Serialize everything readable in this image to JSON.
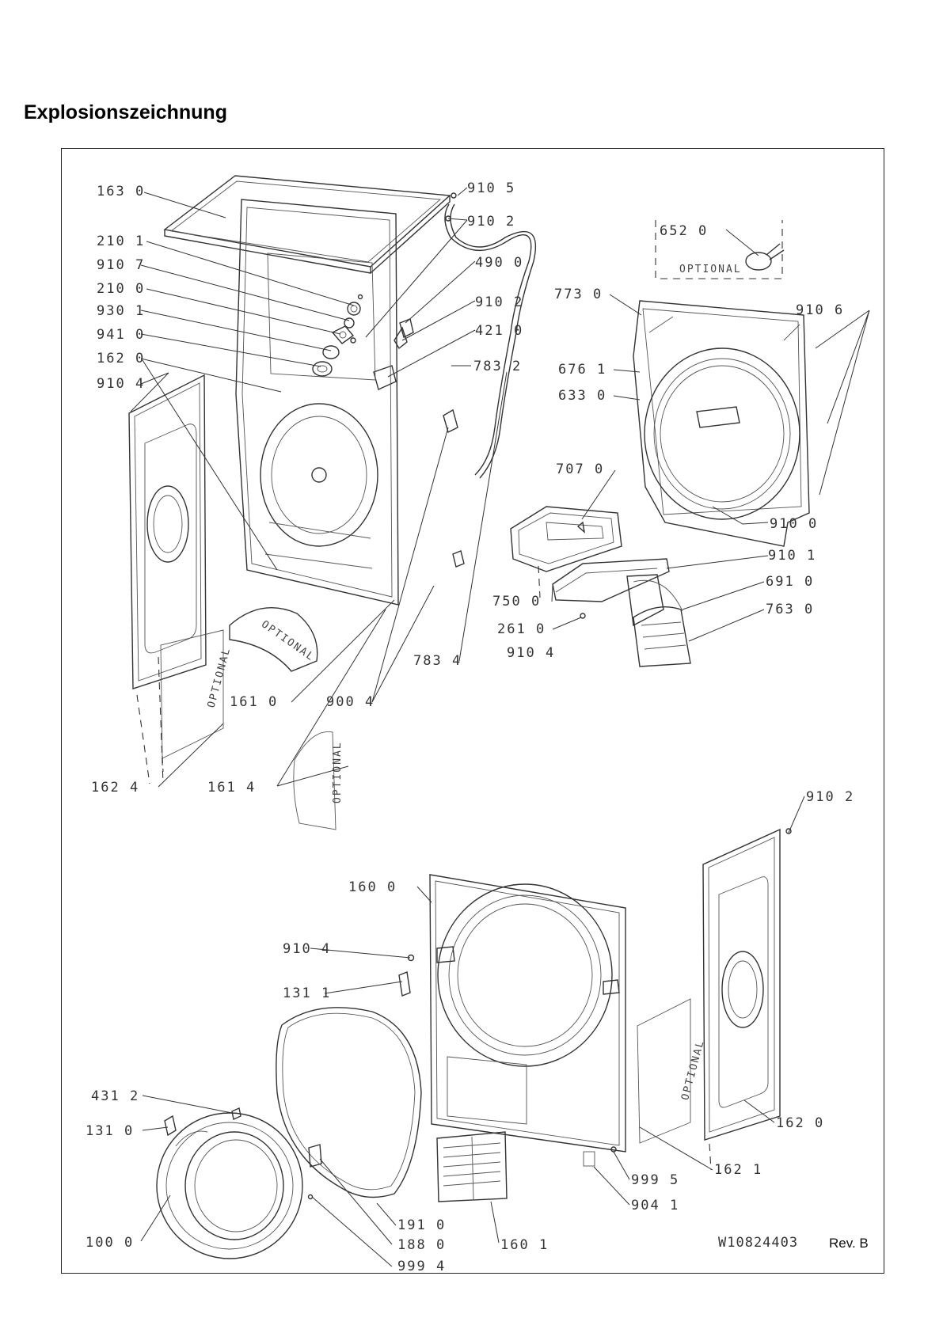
{
  "page": {
    "title": "Explosionszeichnung"
  },
  "drawing": {
    "doc_number": "W10824403",
    "revision": "Rev. B",
    "optional_text": "OPTIONAL",
    "callouts": [
      {
        "id": "c1",
        "text": "163 0"
      },
      {
        "id": "c2",
        "text": "910 5"
      },
      {
        "id": "c3",
        "text": "910 2"
      },
      {
        "id": "c4",
        "text": "210 1"
      },
      {
        "id": "c5",
        "text": "910 7"
      },
      {
        "id": "c6",
        "text": "210 0"
      },
      {
        "id": "c7",
        "text": "930 1"
      },
      {
        "id": "c8",
        "text": "941 0"
      },
      {
        "id": "c9",
        "text": "162 0"
      },
      {
        "id": "c10",
        "text": "910 4"
      },
      {
        "id": "c11",
        "text": "490 0"
      },
      {
        "id": "c12",
        "text": "910 2"
      },
      {
        "id": "c13",
        "text": "421 0"
      },
      {
        "id": "c14",
        "text": "783 2"
      },
      {
        "id": "c15",
        "text": "652 0"
      },
      {
        "id": "c16",
        "text": "773 0"
      },
      {
        "id": "c17",
        "text": "910 6"
      },
      {
        "id": "c18",
        "text": "676 1"
      },
      {
        "id": "c19",
        "text": "633 0"
      },
      {
        "id": "c20",
        "text": "707 0"
      },
      {
        "id": "c21",
        "text": "910 0"
      },
      {
        "id": "c22",
        "text": "910 1"
      },
      {
        "id": "c23",
        "text": "691 0"
      },
      {
        "id": "c24",
        "text": "763 0"
      },
      {
        "id": "c25",
        "text": "750 0"
      },
      {
        "id": "c26",
        "text": "261 0"
      },
      {
        "id": "c27",
        "text": "910 4"
      },
      {
        "id": "c28",
        "text": "783 4"
      },
      {
        "id": "c29",
        "text": "161 0"
      },
      {
        "id": "c30",
        "text": "900 4"
      },
      {
        "id": "c31",
        "text": "162 4"
      },
      {
        "id": "c32",
        "text": "161 4"
      },
      {
        "id": "c33",
        "text": "910 2"
      },
      {
        "id": "c34",
        "text": "160 0"
      },
      {
        "id": "c35",
        "text": "910 4"
      },
      {
        "id": "c36",
        "text": "131 1"
      },
      {
        "id": "c37",
        "text": "431 2"
      },
      {
        "id": "c38",
        "text": "131 0"
      },
      {
        "id": "c39",
        "text": "162 0"
      },
      {
        "id": "c40",
        "text": "162 1"
      },
      {
        "id": "c41",
        "text": "999 5"
      },
      {
        "id": "c42",
        "text": "904 1"
      },
      {
        "id": "c43",
        "text": "191 0"
      },
      {
        "id": "c44",
        "text": "188 0"
      },
      {
        "id": "c45",
        "text": "160 1"
      },
      {
        "id": "c46",
        "text": "100 0"
      },
      {
        "id": "c47",
        "text": "999 4"
      }
    ]
  }
}
